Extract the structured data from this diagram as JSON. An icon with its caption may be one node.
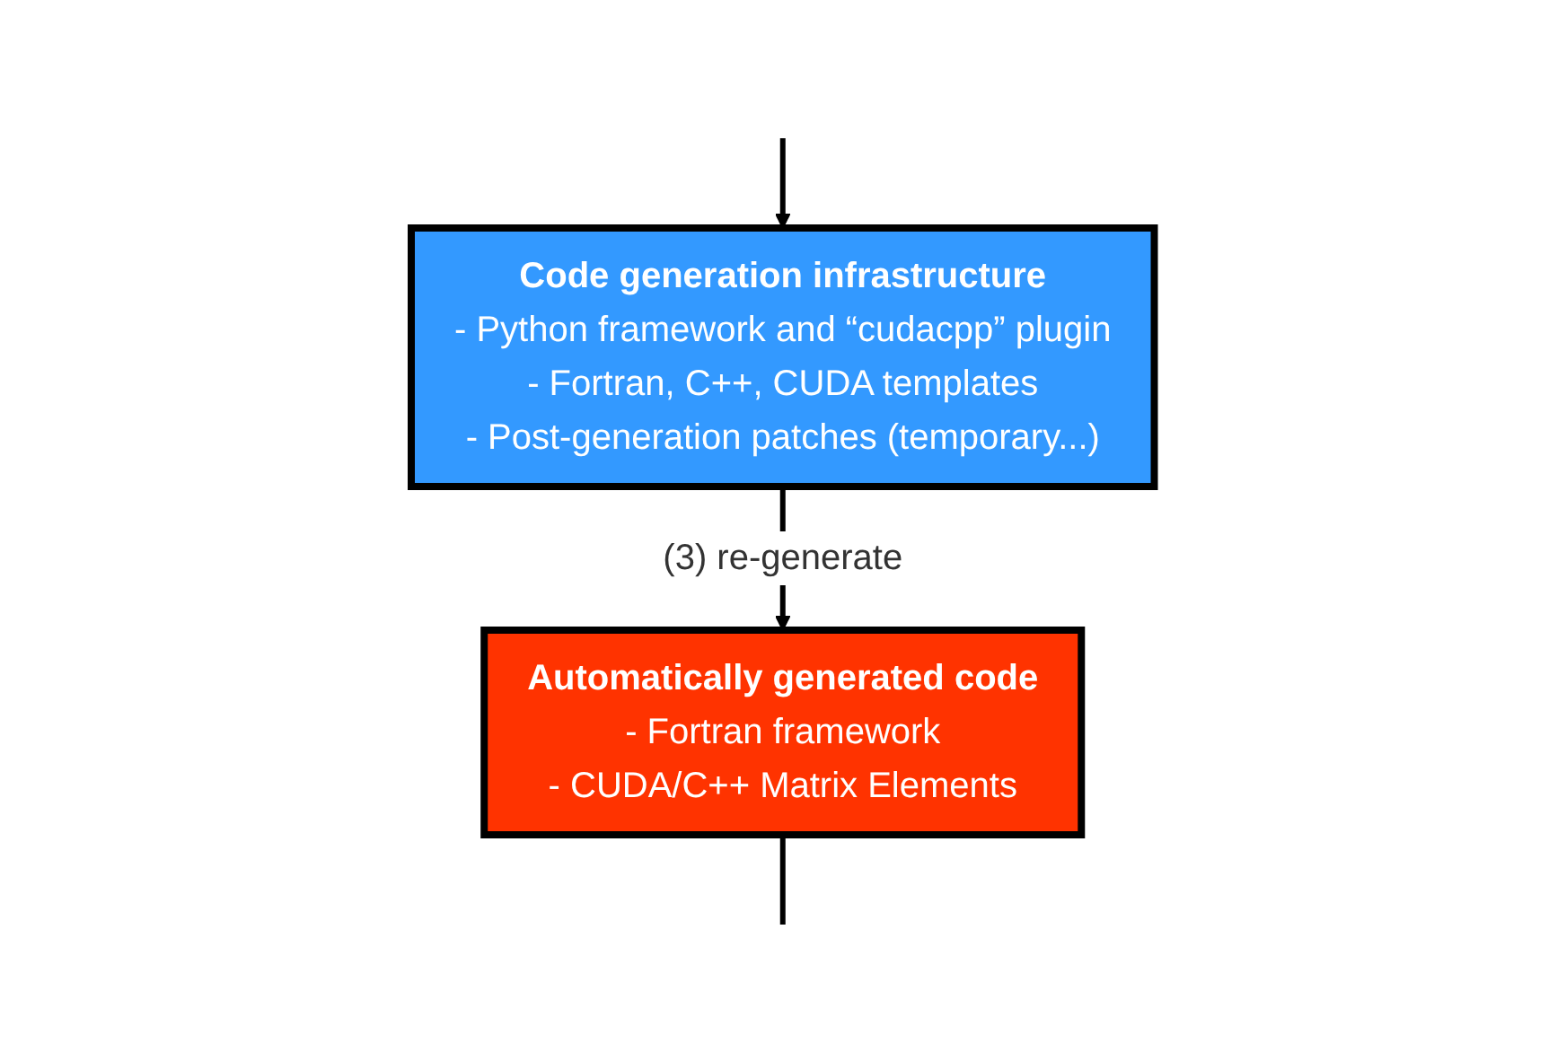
{
  "diagram": {
    "nodes": [
      {
        "text": [
          "Code generation infrastructure",
          "- Python framework and “cudacpp” plugin",
          "- Fortran, C++, CUDA templates",
          "- Post-generation patches (temporary...)"
        ]
      },
      {
        "text": [
          "Automatically generated code",
          "- Fortran framework",
          "- CUDA/C++ Matrix Elements"
        ]
      }
    ],
    "edges": [
      {
        "from": null,
        "to": 0,
        "arrow": "to"
      },
      {
        "from": 0,
        "to": 1,
        "arrow": "to",
        "label": "(3) re-generate"
      },
      {
        "from": 1,
        "to": null,
        "arrow": "none"
      }
    ]
  }
}
